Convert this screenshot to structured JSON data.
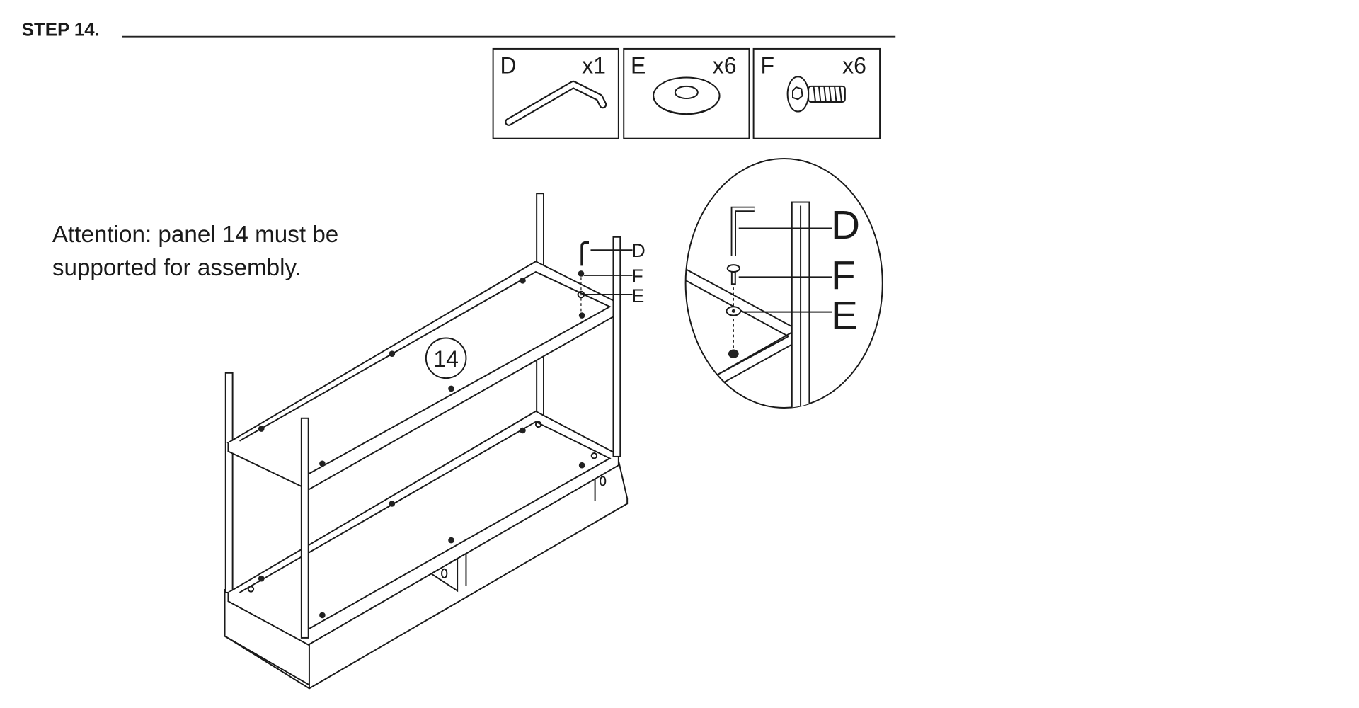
{
  "step": {
    "title": "STEP 14."
  },
  "parts": [
    {
      "letter": "D",
      "qty": "x1",
      "icon": "allen-key-icon"
    },
    {
      "letter": "E",
      "qty": "x6",
      "icon": "washer-icon"
    },
    {
      "letter": "F",
      "qty": "x6",
      "icon": "screw-icon"
    }
  ],
  "attention": {
    "line1": "Attention: panel 14 must be",
    "line2": "supported for assembly."
  },
  "diagram": {
    "panel_label": "14",
    "callouts": [
      "D",
      "F",
      "E"
    ],
    "detail_callouts": [
      "D",
      "F",
      "E"
    ]
  }
}
